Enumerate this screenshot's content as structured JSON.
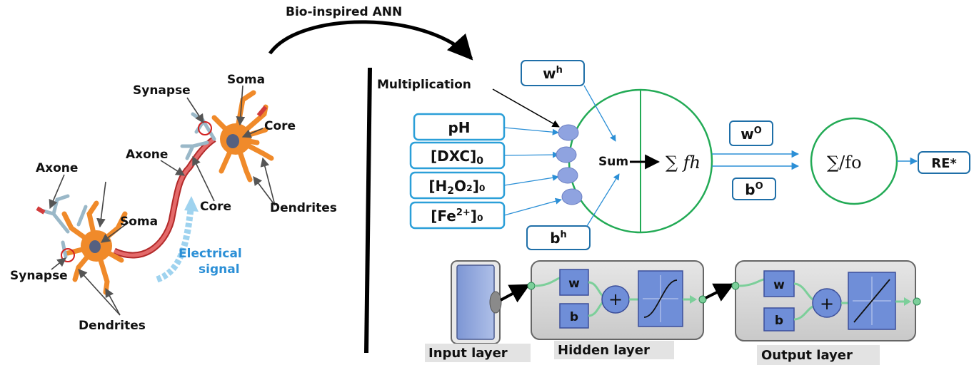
{
  "title": "Bio-inspired ANN",
  "neuron_labels": {
    "synapse_top": "Synapse",
    "soma_top": "Soma",
    "core_top": "Core",
    "axone_mid": "Axone",
    "axone_left": "Axone",
    "soma_left": "Soma",
    "core_mid": "Core",
    "dendrites_right": "Dendrites",
    "synapse_left": "Synapse",
    "dendrites_bottom": "Dendrites",
    "electrical_signal_line1": "Electrical",
    "electrical_signal_line2": "signal"
  },
  "ann": {
    "multiplication": "Multiplication",
    "inputs": [
      {
        "base": "pH",
        "sub": "",
        "sup": "",
        "tail": ""
      },
      {
        "base": "[DXC]",
        "sub": "0",
        "sup": "",
        "tail": ""
      },
      {
        "base": "[H",
        "sub": "2",
        "sup": "",
        "tail": "O₂]₀"
      },
      {
        "base": "[Fe",
        "sub": "",
        "sup": "2+",
        "tail": "]₀"
      }
    ],
    "wh": {
      "base": "w",
      "sup": "h"
    },
    "bh": {
      "base": "b",
      "sup": "h"
    },
    "wo": {
      "base": "w",
      "sup": "O"
    },
    "bo": {
      "base": "b",
      "sup": "O"
    },
    "sum": "Sum",
    "hidden_func": "∑ fh",
    "output_func": "∑/fo",
    "output": "RE*"
  },
  "layers": {
    "input_label": "Input layer",
    "hidden_label": "Hidden layer",
    "output_label": "Output layer",
    "w": "w",
    "b": "b"
  },
  "colors": {
    "box_border": "#2b9fd8",
    "circle_border": "#22aa55",
    "node_fill": "#8fa3e0",
    "arrow_blue": "#2b8fd6",
    "neuron_orange": "#f08a2a",
    "axon_red": "#d23c3c"
  }
}
